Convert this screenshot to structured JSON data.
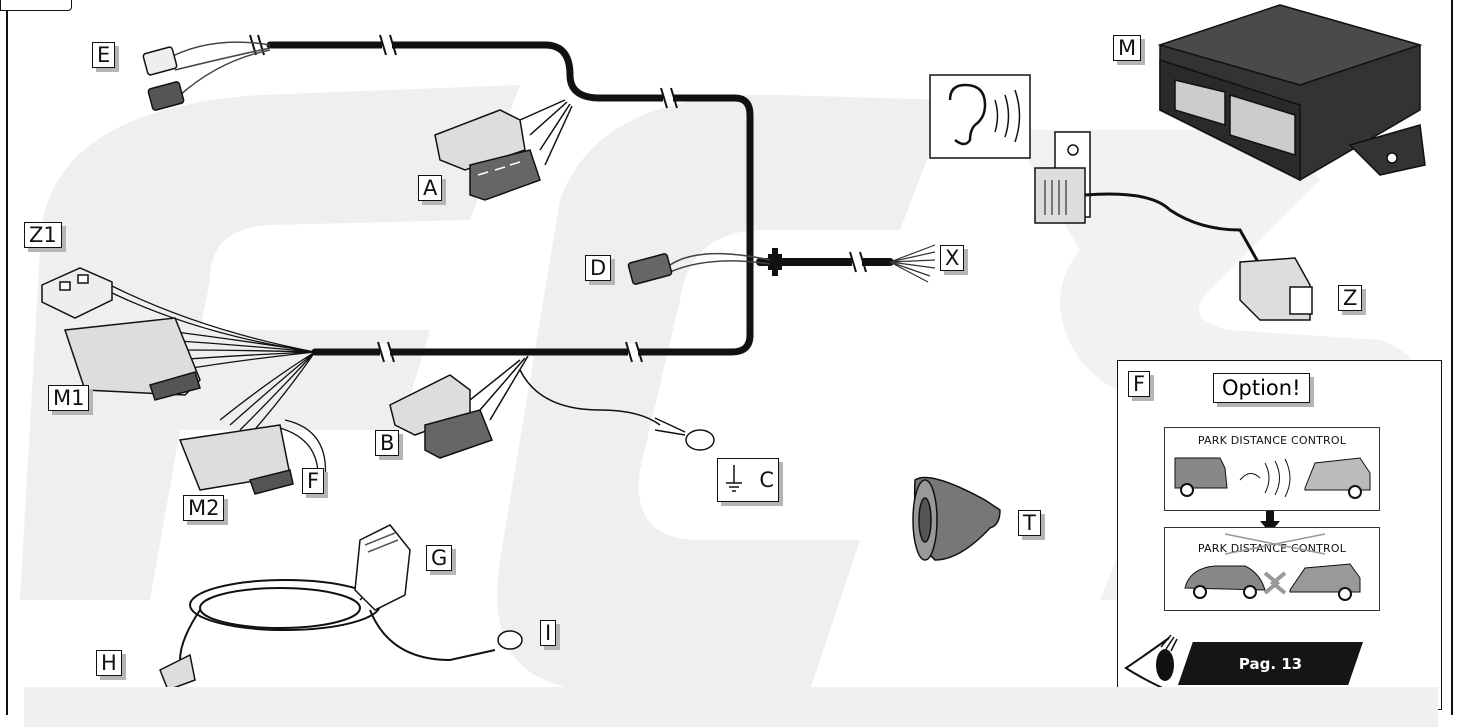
{
  "labels": {
    "E": "E",
    "M": "M",
    "A": "A",
    "Z1": "Z1",
    "D": "D",
    "X": "X",
    "Z": "Z",
    "M1": "M1",
    "B": "B",
    "F": "F",
    "C": "C",
    "M2": "M2",
    "T": "T",
    "G": "G",
    "I": "I",
    "H": "H"
  },
  "option_box": {
    "label": "F",
    "title": "Option!",
    "panel_top_title": "PARK DISTANCE CONTROL",
    "panel_bottom_title": "PARK DISTANCE CONTROL",
    "page_ref": "Pag. 13"
  }
}
